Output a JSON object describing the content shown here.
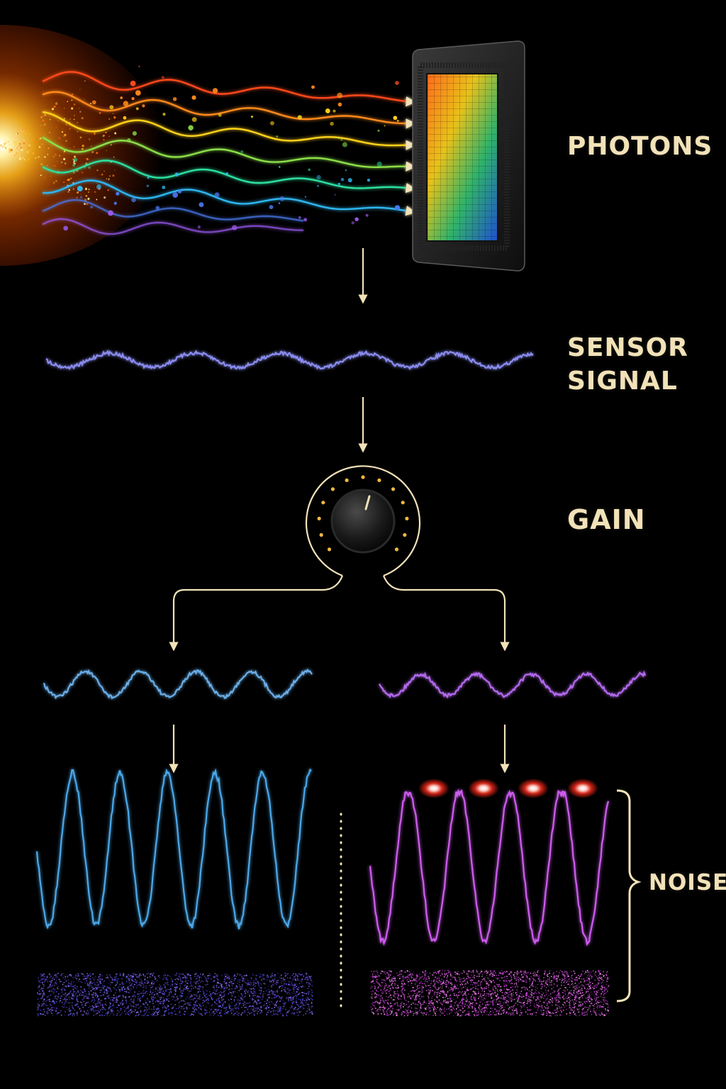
{
  "labels": {
    "photons": "PHOTONS",
    "sensor_signal_line1": "SENSOR",
    "sensor_signal_line2": "SIGNAL",
    "gain": "GAIN",
    "noise": "NOISE"
  },
  "icons": {
    "light_source": "light-source-glow",
    "sensor": "image-sensor-chip",
    "knob": "gain-knob"
  },
  "colors": {
    "background": "#000000",
    "label": "#f2e2b8",
    "arrow": "#f2e2b8",
    "blue_wave": "#5aa6e6",
    "violet_wave": "#8a6ff0",
    "magenta_wave": "#d35cf0",
    "clip_red": "#ff2a1a"
  }
}
